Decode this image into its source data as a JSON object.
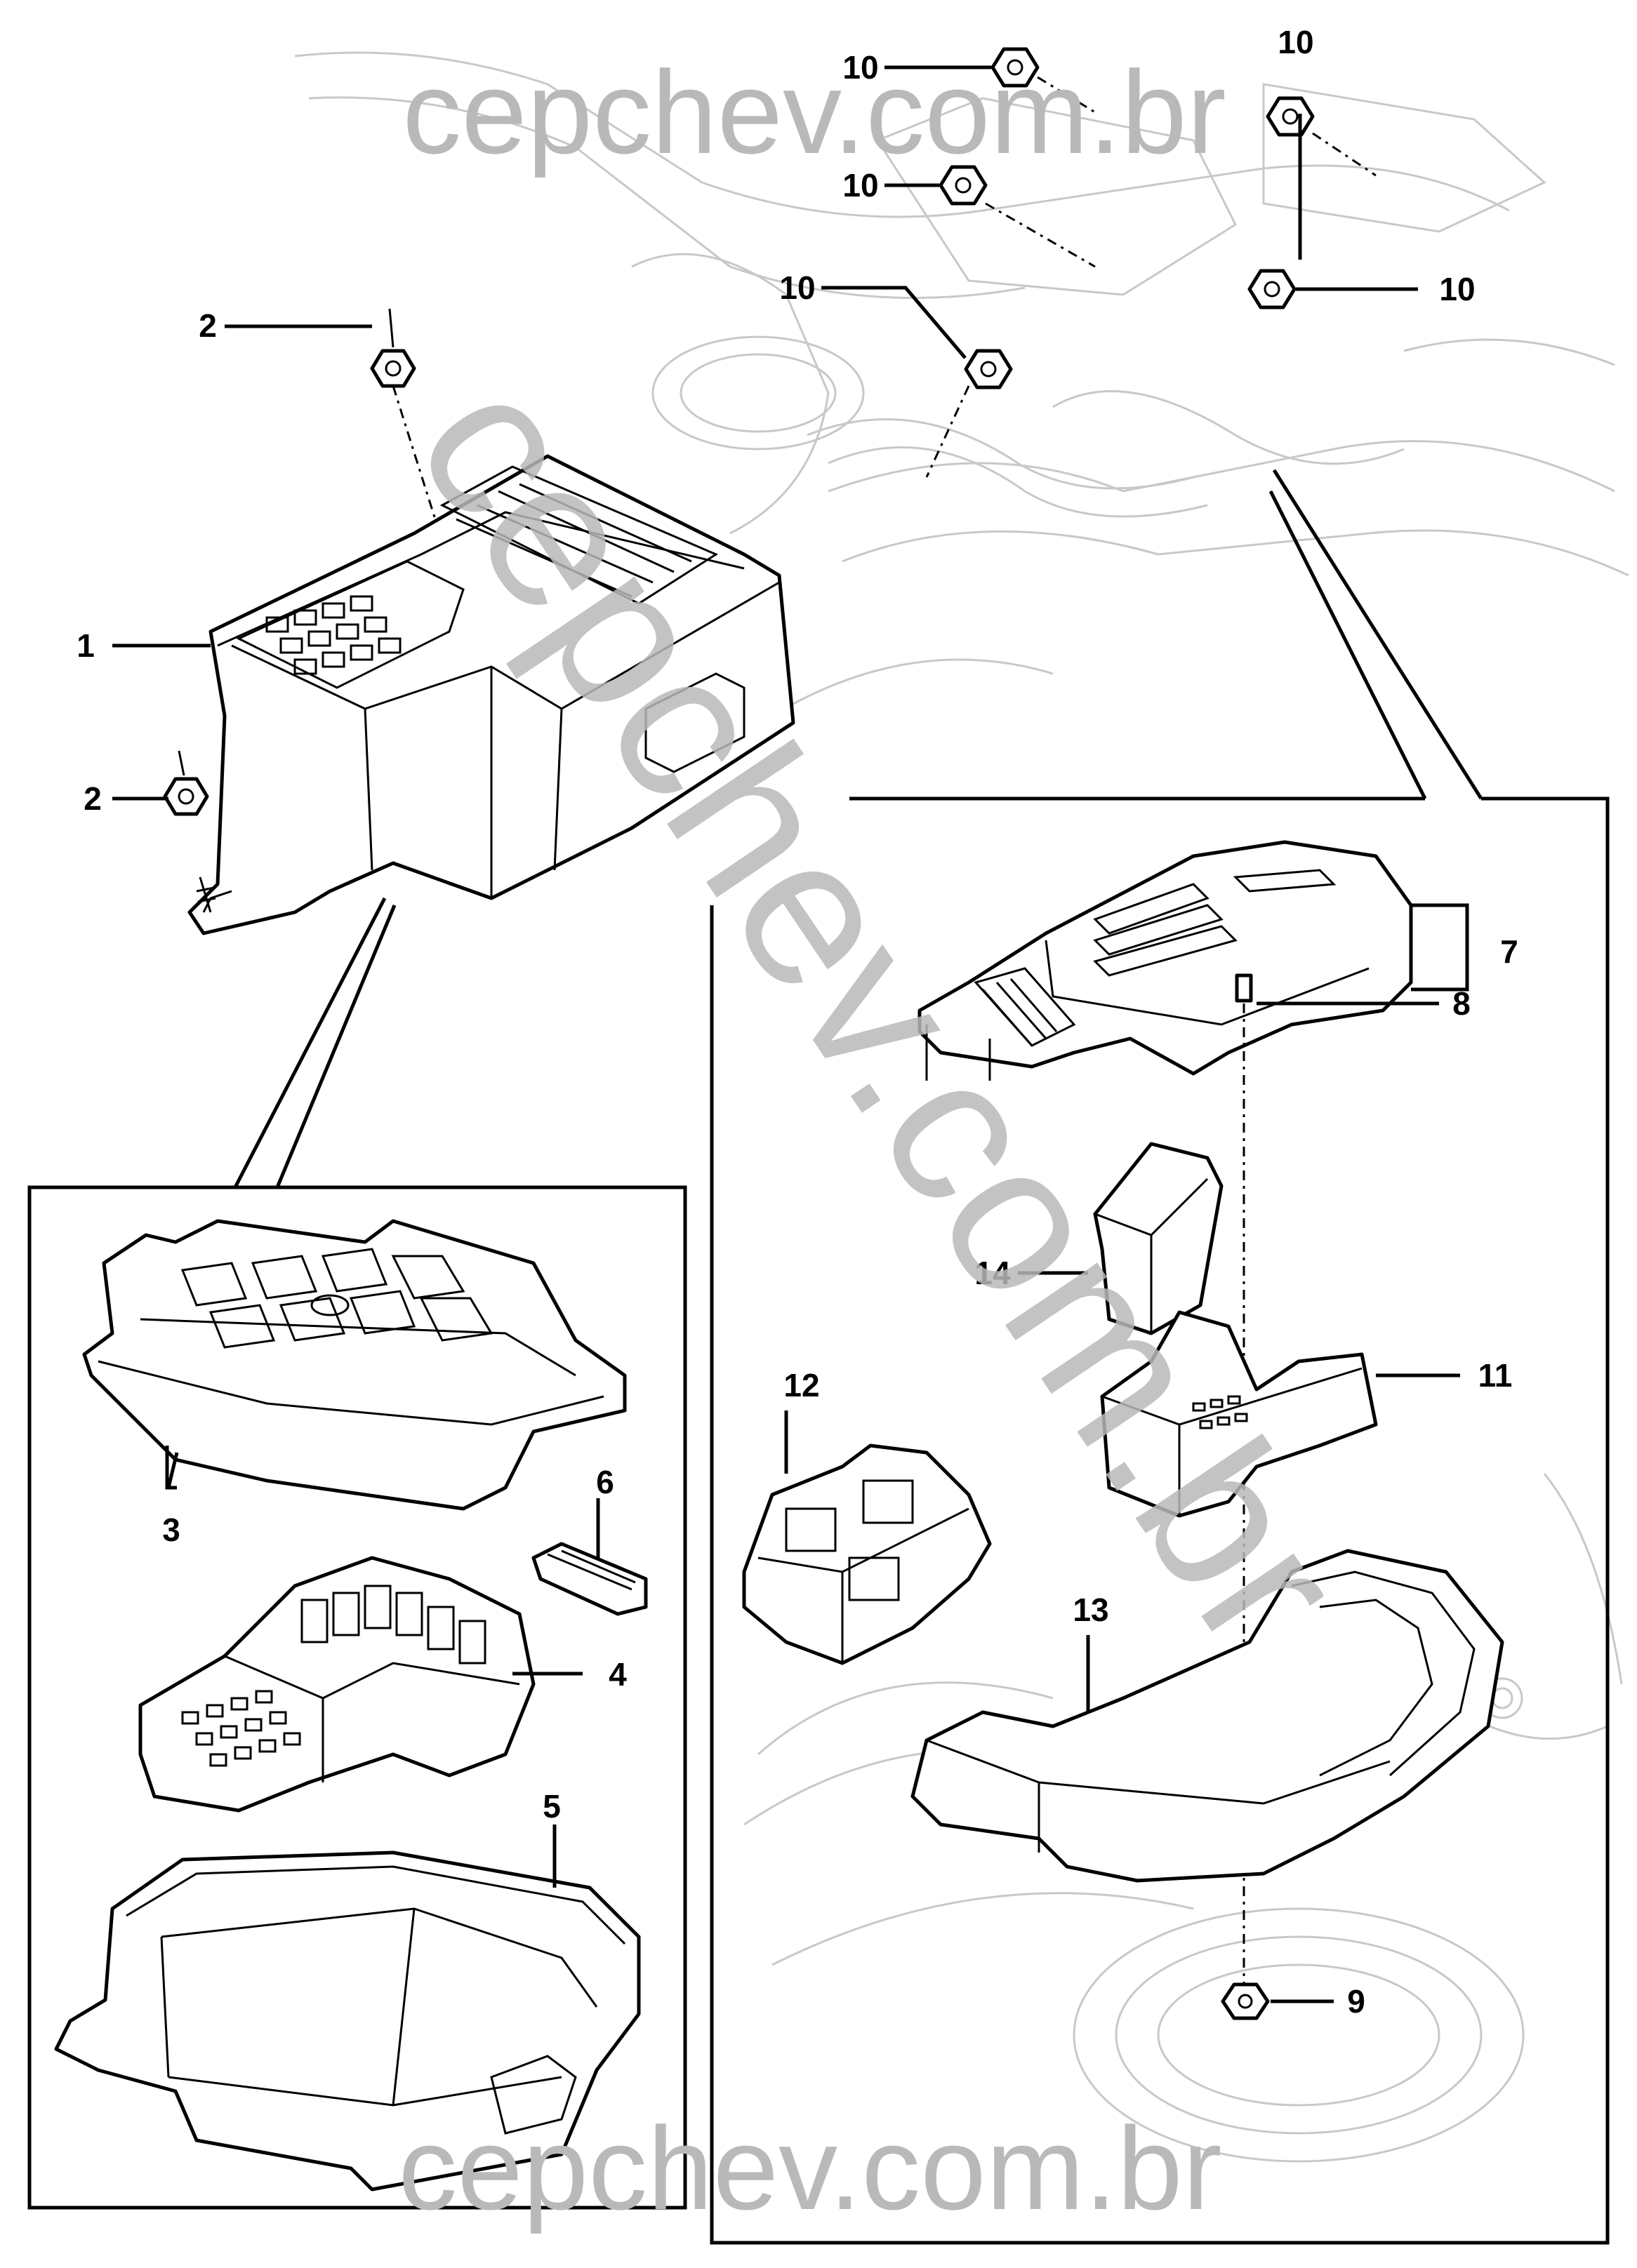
{
  "watermark": {
    "text": "cepchev.com.br",
    "color": "#b9b9b9"
  },
  "callouts": {
    "c1": "1",
    "c2a": "2",
    "c2b": "2",
    "c3": "3",
    "c4": "4",
    "c5": "5",
    "c6": "6",
    "c7": "7",
    "c8": "8",
    "c9": "9",
    "c10a": "10",
    "c10b": "10",
    "c10c": "10",
    "c10d": "10",
    "c10e": "10",
    "c11": "11",
    "c12": "12",
    "c13": "13",
    "c14": "14"
  }
}
